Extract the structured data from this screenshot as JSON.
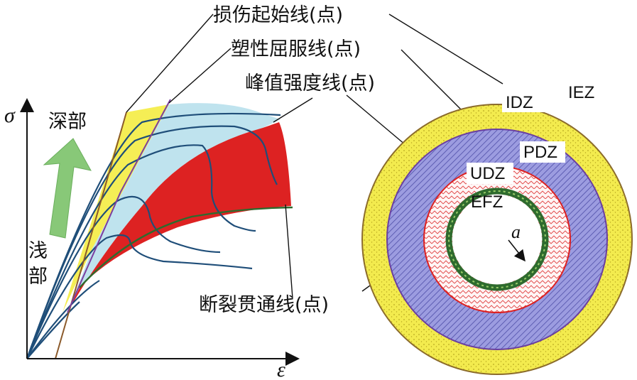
{
  "labels": {
    "damage_onset": "损伤起始线(点)",
    "plastic_yield": "塑性屈服线(点)",
    "peak_strength": "峰值强度线(点)",
    "fracture_through": "断裂贯通线(点)",
    "deep": "深部",
    "shallow_1": "浅",
    "shallow_2": "部",
    "axis_y": "σ",
    "axis_x": "ε"
  },
  "zones": {
    "IEZ": "IEZ",
    "IDZ": "IDZ",
    "PDZ": "PDZ",
    "UDZ": "UDZ",
    "EFZ": "EFZ",
    "radius": "a"
  },
  "colors": {
    "yellow": "#F5EE55",
    "light_blue": "#BFE3EE",
    "red": "#DD2222",
    "purple_zone": "#8F8FD8",
    "green_ring": "#2E6B2E",
    "curve_blue": "#1F4E79",
    "arrow_green": "#88C878"
  }
}
